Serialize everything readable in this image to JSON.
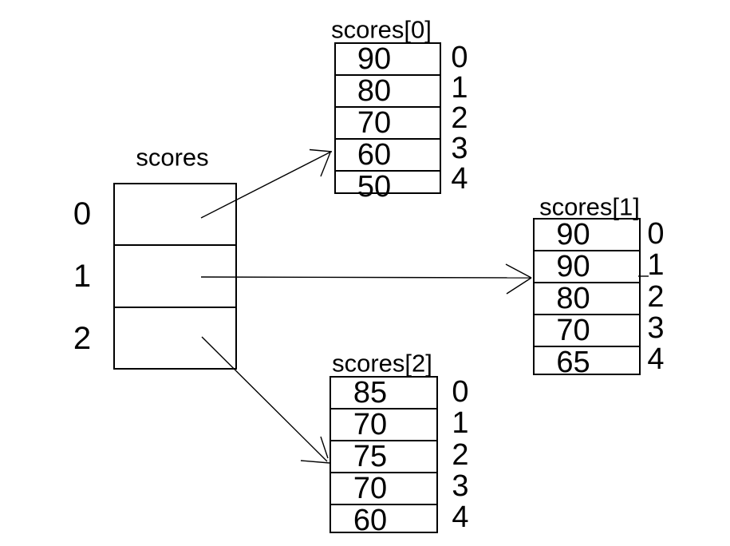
{
  "diagram": {
    "background": "#ffffff",
    "line_color": "#000000",
    "main_array": {
      "title": "scores",
      "indices": [
        "0",
        "1",
        "2"
      ]
    },
    "sub_arrays": [
      {
        "title": "scores[0]",
        "values": [
          "90",
          "80",
          "70",
          "60",
          "50"
        ],
        "indices": [
          "0",
          "1",
          "2",
          "3",
          "4"
        ]
      },
      {
        "title": "scores[1]",
        "values": [
          "90",
          "90",
          "80",
          "70",
          "65"
        ],
        "indices": [
          "0",
          "1",
          "2",
          "3",
          "4"
        ]
      },
      {
        "title": "scores[2]",
        "values": [
          "85",
          "70",
          "75",
          "70",
          "60"
        ],
        "indices": [
          "0",
          "1",
          "2",
          "3",
          "4"
        ]
      }
    ],
    "arrows": [
      {
        "from_index": "0",
        "to": "scores[0]"
      },
      {
        "from_index": "1",
        "to": "scores[1]"
      },
      {
        "from_index": "2",
        "to": "scores[2]"
      }
    ]
  }
}
